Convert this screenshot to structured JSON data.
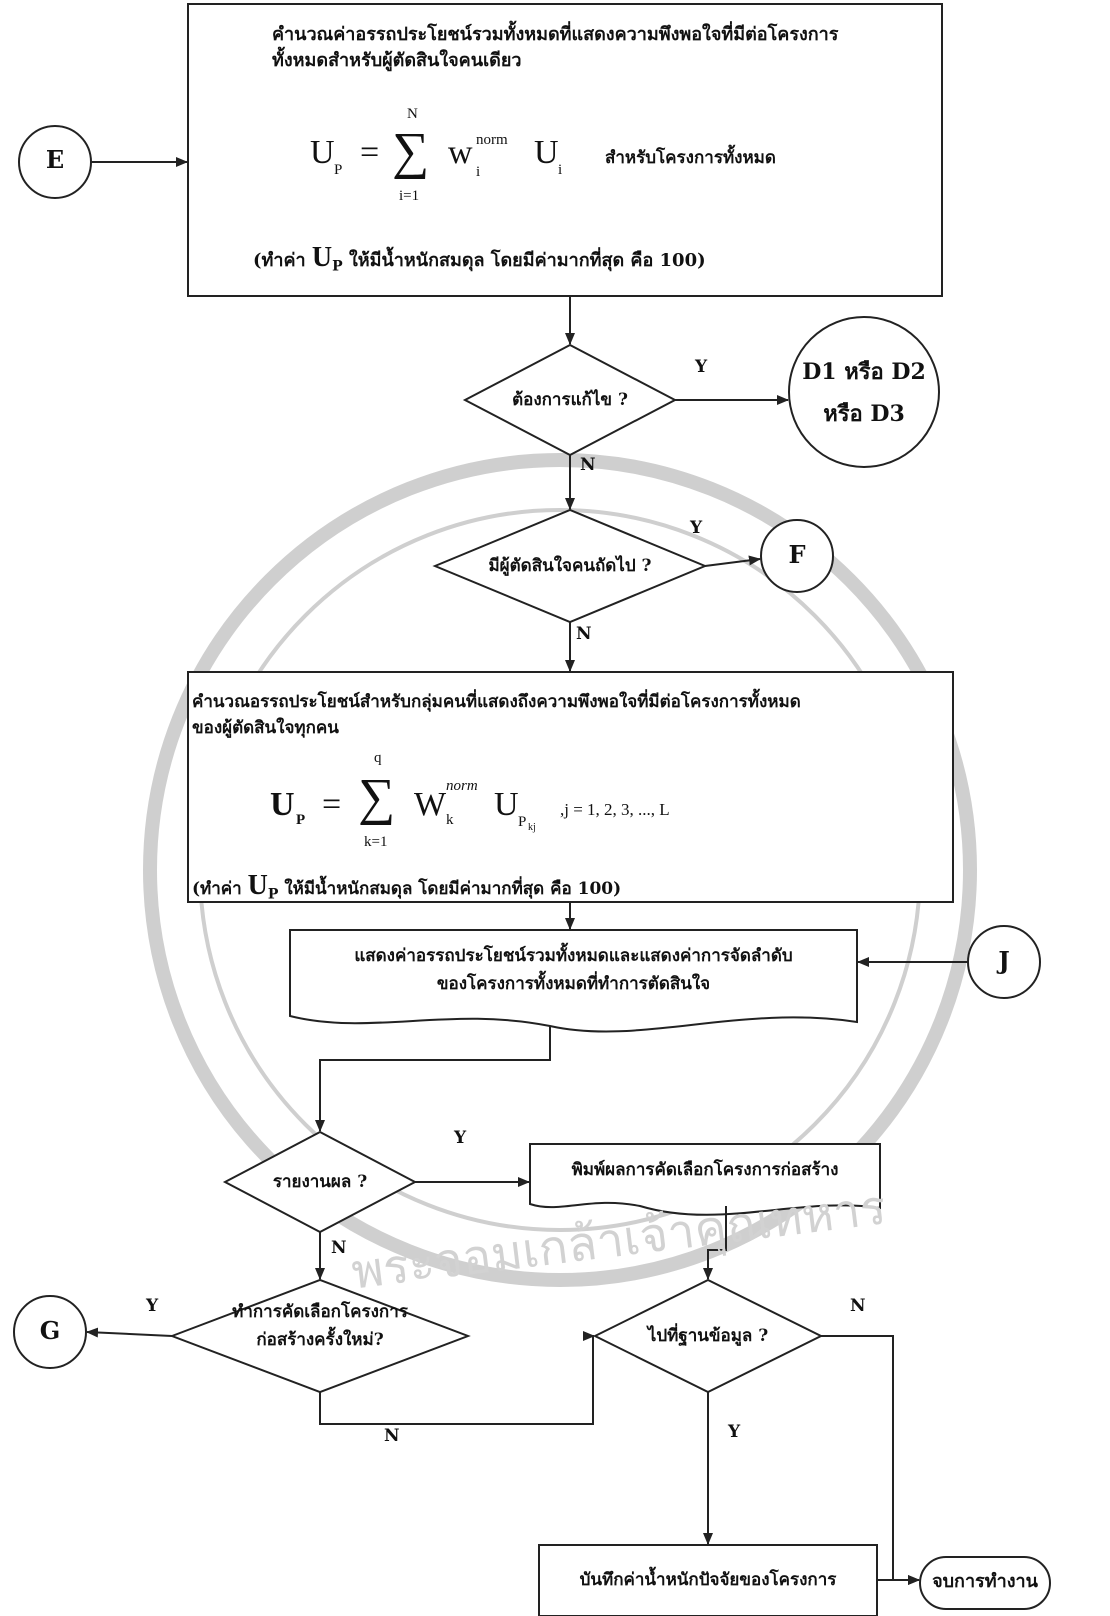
{
  "connectors": {
    "E": "E",
    "D1D2": "D1 หรือ D2",
    "D3": "หรือ D3",
    "F": "F",
    "J": "J",
    "G": "G",
    "end": "จบการทำงาน"
  },
  "box1": {
    "line1": "คำนวณค่าอรรถประโยชน์รวมทั้งหมดที่แสดงความพึงพอใจที่มีต่อโครงการ",
    "line2": "ทั้งหมดสำหรับผู้ตัดสินใจคนเดียว",
    "formula": {
      "lhs": "U",
      "lhs_sub": "P",
      "eq": "=",
      "sum_top": "N",
      "sum_bottom": "i=1",
      "w": "w",
      "w_sup": "norm",
      "w_sub": "i",
      "u": "U",
      "u_sub": "i",
      "note": "สำหรับโครงการทั้งหมด"
    },
    "footer_pre": "(ทำค่า",
    "footer_u": "U",
    "footer_sub": "P",
    "footer_post": "ให้มีน้ำหนักสมดุล  โดยมีค่ามากที่สุด คือ 100)"
  },
  "d1": {
    "text": "ต้องการแก้ไข ?",
    "yes": "Y",
    "no": "N"
  },
  "d2": {
    "text": "มีผู้ตัดสินใจคนถัดไป ?",
    "yes": "Y",
    "no": "N"
  },
  "box2": {
    "line1": "คำนวณอรรถประโยชน์สำหรับกลุ่มคนที่แสดงถึงความพึงพอใจที่มีต่อโครงการทั้งหมด",
    "line2": "ของผู้ตัดสินใจทุกคน",
    "formula": {
      "lhs": "U",
      "lhs_sub": "P",
      "eq": "=",
      "sum_top": "q",
      "sum_bottom": "k=1",
      "w": "W",
      "w_sup": "norm",
      "w_sub": "k",
      "u": "U",
      "u_sub": "P",
      "u_subsub": "kj",
      "tail": ",j = 1, 2, 3, ..., L"
    },
    "footer_pre": "(ทำค่า",
    "footer_u": "U",
    "footer_sub": "P",
    "footer_post": "ให้มีน้ำหนักสมดุล  โดยมีค่ามากที่สุด คือ 100)"
  },
  "doc1": {
    "line1": "แสดงค่าอรรถประโยชน์รวมทั้งหมดและแสดงค่าการจัดลำดับ",
    "line2": "ของโครงการทั้งหมดที่ทำการตัดสินใจ"
  },
  "d3": {
    "text": "รายงานผล ?",
    "yes": "Y",
    "no": "N"
  },
  "doc2": {
    "text": "พิมพ์ผลการคัดเลือกโครงการก่อสร้าง"
  },
  "d4": {
    "line1": "ทำการคัดเลือกโครงการ",
    "line2": "ก่อสร้างครั้งใหม่?",
    "yes": "Y",
    "no": "N"
  },
  "d5": {
    "text": "ไปที่ฐานข้อมูล ?",
    "yes": "Y",
    "no": "N"
  },
  "box3": {
    "text": "บันทึกค่าน้ำหนักปัจจัยของโครงการ"
  },
  "watermark": {
    "text": "พระจอมเกล้าเจ้าคุณทหาร"
  }
}
